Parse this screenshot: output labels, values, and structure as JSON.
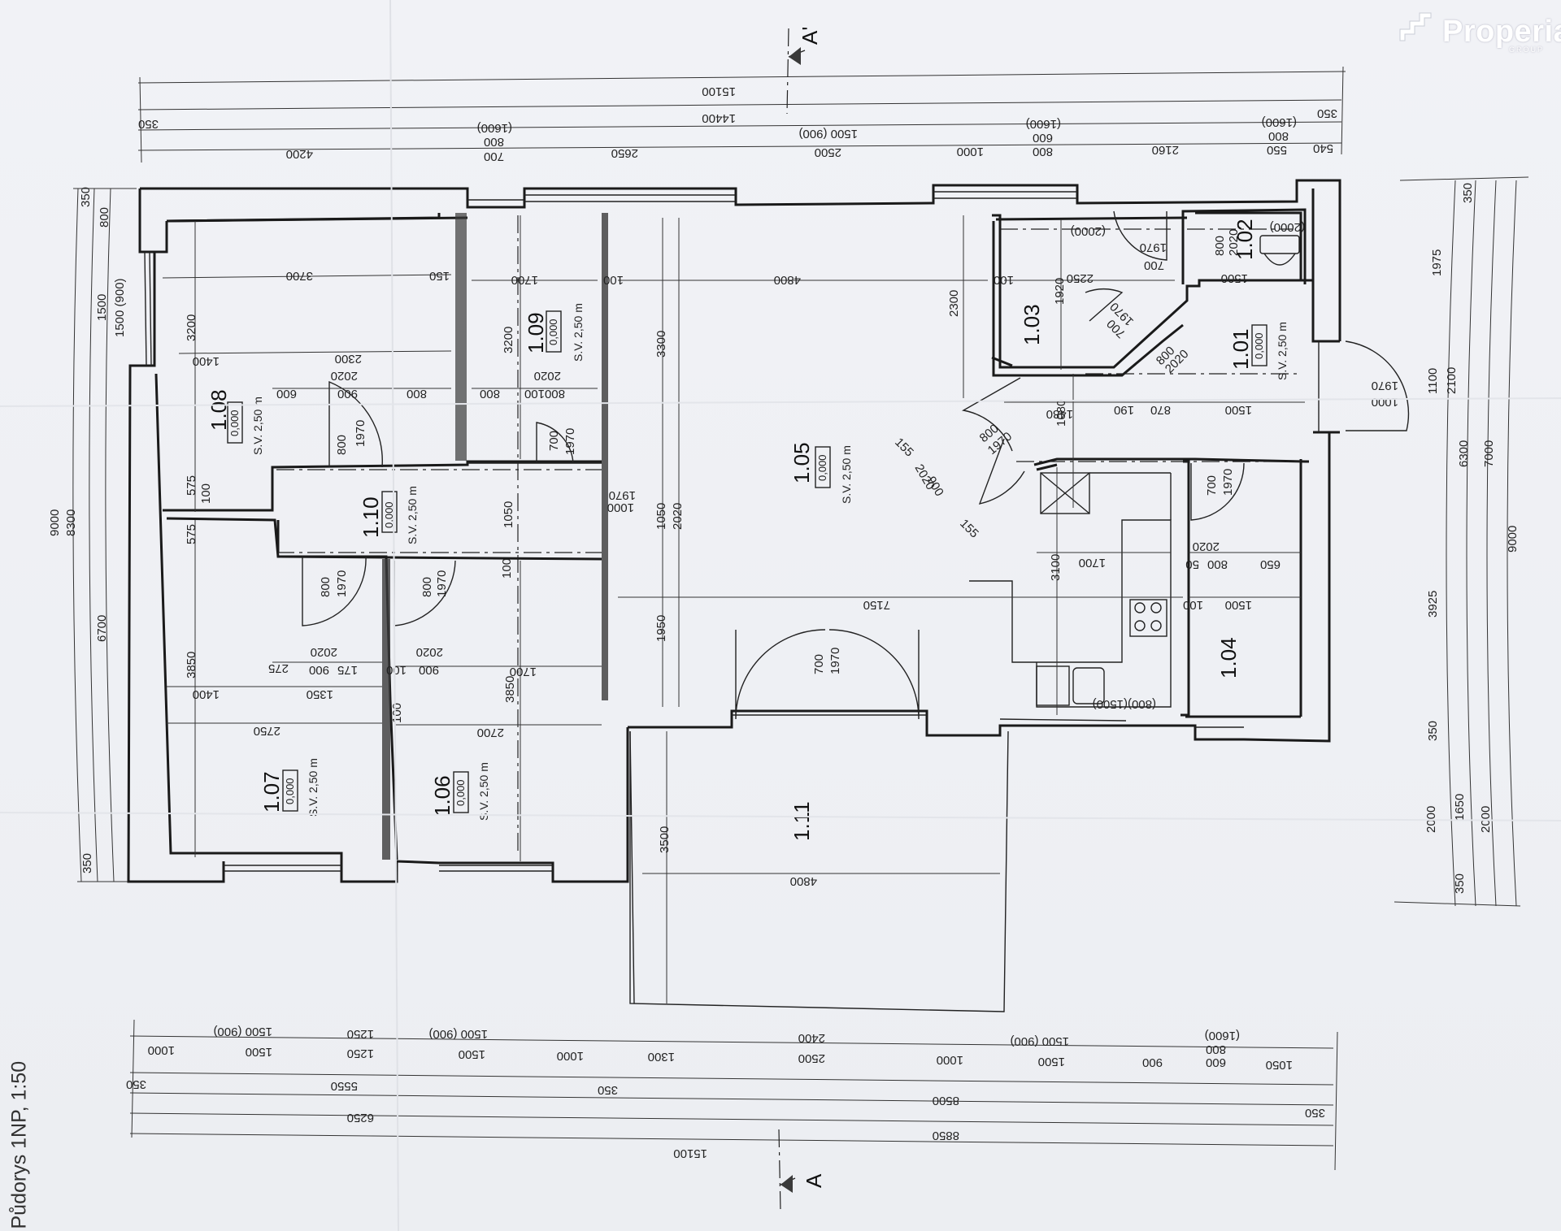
{
  "caption": "Půdorys 1NP, 1:50",
  "logo": {
    "name": "Properia",
    "sub": "GROUP",
    "icon": "properia-stairs-icon"
  },
  "section": {
    "top": "A'",
    "bottom": "A"
  },
  "rooms": {
    "r101": {
      "id": "1.01",
      "level": "0,000",
      "height": "S.V. 2,50 m"
    },
    "r102": {
      "id": "1.02"
    },
    "r103": {
      "id": "1.03"
    },
    "r104": {
      "id": "1.04"
    },
    "r105": {
      "id": "1.05",
      "level": "0,000",
      "height": "S.V. 2,50 m"
    },
    "r106": {
      "id": "1.06",
      "level": "0,000",
      "height": "S.V. 2,50 m"
    },
    "r107": {
      "id": "1.07",
      "level": "0,000",
      "height": "S.V. 2,50 m"
    },
    "r108": {
      "id": "1.08",
      "level": "0,000",
      "height": "S.V. 2,50 m"
    },
    "r109": {
      "id": "1.09",
      "level": "0,000",
      "height": "S.V. 2,50 m"
    },
    "r110": {
      "id": "1.10",
      "level": "0,000",
      "height": "S.V. 2,50 m"
    },
    "r111": {
      "id": "1.11"
    }
  },
  "dims": {
    "top_total": "15100",
    "top_inner": "14400",
    "top_350a": "350",
    "top_350b": "350",
    "top_4200": "4200",
    "top_700": "700",
    "top_800": "800",
    "top_1600a": "(1600)",
    "top_2650": "2650",
    "top_2500": "2500",
    "top_1500": "1500 (900)",
    "top_1000": "1000",
    "top_800b": "800",
    "top_600": "600",
    "top_1600b": "(1600)",
    "top_2160": "2160",
    "top_550": "550",
    "top_800c": "800",
    "top_1600c": "(1600)",
    "top_540": "540",
    "bot_total": "15100",
    "bot_6250": "6250",
    "bot_8850": "8850",
    "bot_350a": "350",
    "bot_5550": "5550",
    "bot_350b": "350",
    "bot_8500": "8500",
    "bot_350c": "350",
    "bot_1000a": "1000",
    "bot_1500a": "1500",
    "bot_1500a_top": "1500 (900)",
    "bot_1250a": "1250",
    "bot_1250b": "1250",
    "bot_1500b": "1500",
    "bot_1500b_top": "1500 (900)",
    "bot_1000b": "1000",
    "bot_1300": "1300",
    "bot_2500": "2500",
    "bot_2400": "2400",
    "bot_1000c": "1000",
    "bot_1500c": "1500",
    "bot_1500c_top": "1500 (900)",
    "bot_900": "900",
    "bot_600": "600",
    "bot_800": "800",
    "bot_1600": "(1600)",
    "bot_1050": "1050",
    "left_9000": "9000",
    "left_8300": "8300",
    "left_6700": "6700",
    "left_350a": "350",
    "left_800": "800",
    "left_1500": "1500",
    "left_1500b": "1500 (900)",
    "left_350b": "350",
    "right_9000": "9000",
    "right_7000": "7000",
    "right_6300": "6300",
    "right_350a": "350",
    "right_1975": "1975",
    "right_1100": "1100",
    "right_2100": "2100",
    "right_3925": "3925",
    "right_350b": "350",
    "right_2000a": "2000",
    "right_1650": "1650",
    "right_2000b": "2000",
    "right_350c": "350",
    "in_3700": "3700",
    "in_150": "150",
    "in_1700a": "1700",
    "in_100a": "100",
    "in_4800a": "4800",
    "in_100b": "100",
    "in_2250": "2250",
    "in_2000a": "(2000)",
    "in_2000b": "(2000)",
    "in_1500a": "1500",
    "in_1400a": "1400",
    "in_2300": "2300",
    "in_2020a": "2020",
    "in_600a": "600",
    "in_900a": "900",
    "in_800a": "800",
    "in_800b": "800",
    "in_100c": "100",
    "in_800c": "800",
    "in_2020b": "2020",
    "in_3200a": "3200",
    "in_3200b": "3200",
    "in_3300": "3300",
    "in_2300b": "2300",
    "in_1920": "1920",
    "in_1480": "1480",
    "in_190": "190",
    "in_870": "870",
    "in_1500b": "1500",
    "in_1080": "1080",
    "in_575a": "575",
    "in_575b": "575",
    "in_100d": "100",
    "in_1050a": "1050",
    "in_1050b": "1050",
    "in_2020c": "2020",
    "in_7150": "7150",
    "in_1700b": "1700",
    "in_3100": "3100",
    "in_2020d": "2020",
    "in_800d": "800",
    "in_650": "650",
    "in_50": "50",
    "in_1500c": "1500",
    "in_100e": "100",
    "in_1950": "1950",
    "in_3850a": "3850",
    "in_3850b": "3850",
    "in_1400b": "1400",
    "in_1350": "1350",
    "in_2750": "2750",
    "in_2700": "2700",
    "in_1700c": "1700",
    "in_2020e": "2020",
    "in_175": "175",
    "in_900b": "900",
    "in_275": "275",
    "in_100f": "100",
    "in_900c": "900",
    "in_100g": "100",
    "in_2020f": "2020",
    "in_100h": "100",
    "in_4800b": "4800",
    "in_3500": "3500",
    "in_800_1500": "(800)(1500)",
    "in_2020g": "2020",
    "in_800e": "800",
    "in_155a": "155",
    "in_155b": "155",
    "in_900d": "900",
    "in_2020h": "2020"
  },
  "doors": {
    "d108": {
      "w": "800",
      "h": "1970"
    },
    "d109": {
      "w": "700",
      "h": "1970"
    },
    "d110": {
      "w": "1000",
      "h": "1970"
    },
    "d107": {
      "w": "800",
      "h": "1970"
    },
    "d106": {
      "w": "800",
      "h": "1970"
    },
    "d105": {
      "w": "800",
      "h": "1970"
    },
    "d103": {
      "w": "700",
      "h": "1970"
    },
    "d102": {
      "w": "700",
      "h": "1970"
    },
    "d102b": {
      "w": "800",
      "h": "2020"
    },
    "d101": {
      "w": "1000",
      "h": "1970"
    },
    "d104": {
      "w": "700",
      "h": "1970"
    },
    "dmain": {
      "w": "700",
      "h": "1970"
    }
  }
}
